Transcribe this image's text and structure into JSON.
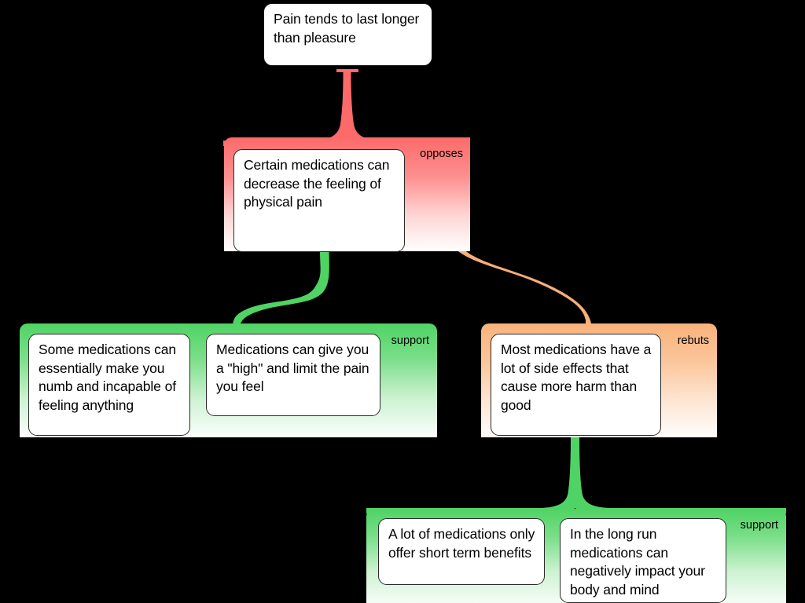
{
  "diagram": {
    "type": "argument-map",
    "background": "#000000",
    "root": {
      "id": "root-claim",
      "text": "Pain tends to last longer than pleasure"
    },
    "relations": {
      "opposes": "opposes",
      "support": "support",
      "rebuts": "rebuts"
    },
    "colors": {
      "opposes_top": "#fc6a6a",
      "opposes_bottom": "#ffffff",
      "support_top": "#4fd364",
      "support_bottom": "#ffffff",
      "rebuts_top": "#f9b27c",
      "rebuts_bottom": "#ffffff",
      "card_background": "#ffffff",
      "card_border": "#2a2a2a",
      "text": "#000000",
      "connector_opposes": "#fc6a6a",
      "connector_support": "#4fd364",
      "connector_rebuts": "#f9ae78"
    },
    "groups": [
      {
        "id": "opposes-group",
        "relation": "opposes",
        "label": "opposes",
        "cards": [
          {
            "id": "opposes-card-1",
            "text": "Certain medications can decrease the feeling of physical pain"
          }
        ]
      },
      {
        "id": "support-group-left",
        "relation": "support",
        "label": "support",
        "cards": [
          {
            "id": "support-left-card-1",
            "text": "Some medications can essentially make you numb and incapable of feeling anything"
          },
          {
            "id": "support-left-card-2",
            "text": "Medications can give you a \"high\" and limit the pain you feel"
          }
        ]
      },
      {
        "id": "rebuts-group",
        "relation": "rebuts",
        "label": "rebuts",
        "cards": [
          {
            "id": "rebuts-card-1",
            "text": "Most medications have a lot of side effects that cause more harm than good"
          }
        ]
      },
      {
        "id": "support-group-bottom",
        "relation": "support",
        "label": "support",
        "cards": [
          {
            "id": "support-bottom-card-1",
            "text": "A lot of medications only offer short term benefits"
          },
          {
            "id": "support-bottom-card-2",
            "text": "In the long run medications can negatively impact your body and mind"
          }
        ]
      }
    ],
    "connectors": [
      {
        "id": "connector-root-to-opposes",
        "relation": "opposes",
        "from": "root-claim",
        "to": "opposes-group"
      },
      {
        "id": "connector-opposes-to-support",
        "relation": "support",
        "from": "opposes-card-1",
        "to": "support-group-left"
      },
      {
        "id": "connector-opposes-to-rebuts",
        "relation": "rebuts",
        "from": "opposes-group",
        "to": "rebuts-group"
      },
      {
        "id": "connector-rebuts-to-support",
        "relation": "support",
        "from": "rebuts-card-1",
        "to": "support-group-bottom"
      }
    ]
  }
}
